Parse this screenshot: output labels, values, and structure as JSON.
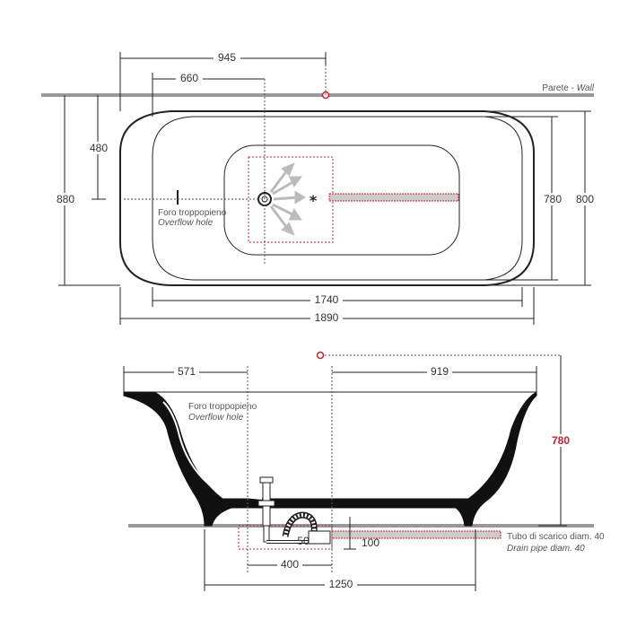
{
  "colors": {
    "outline": "#222222",
    "dimension": "#333333",
    "highlight": "#c8202f",
    "pipe": "#b0b0b0"
  },
  "wall": {
    "label": "Parete",
    "separator": " - ",
    "label_en": "Wall"
  },
  "top_view": {
    "dims": {
      "d945": "945",
      "d660": "660",
      "d480": "480",
      "d880": "880",
      "d780": "780",
      "d800": "800",
      "d1740": "1740",
      "d1890": "1890"
    },
    "overflow_label_it": "Foro troppopieno",
    "overflow_label_en": "Overflow hole"
  },
  "side_view": {
    "dims": {
      "d571": "571",
      "d919": "919",
      "d780": "780",
      "d50": "50",
      "d100": "100",
      "d400": "400",
      "d1250": "1250"
    },
    "overflow_label_it": "Foro troppopieno",
    "overflow_label_en": "Overflow hole",
    "drain_label_it": "Tubo di scarico diam. 40",
    "drain_label_en": "Drain pipe diam. 40"
  }
}
